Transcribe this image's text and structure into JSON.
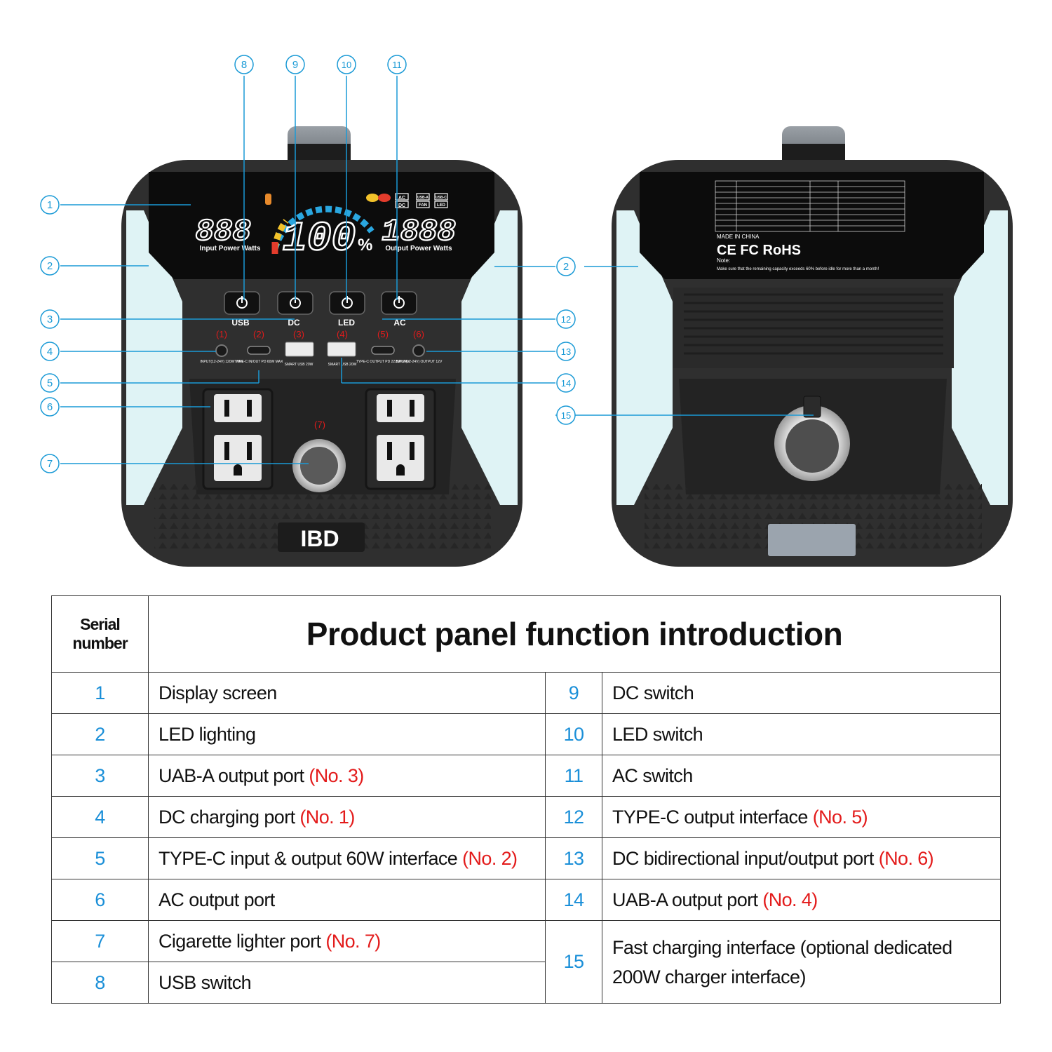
{
  "callouts": [
    "1",
    "2",
    "3",
    "4",
    "5",
    "6",
    "7",
    "8",
    "9",
    "10",
    "11",
    "2",
    "12",
    "13",
    "14",
    "15"
  ],
  "panel": {
    "input_digits": "888",
    "input_caption": "Input Power Watts",
    "battery_percent": "100",
    "percent_sign": "%",
    "output_digits": "1888",
    "output_caption": "Output Power Watts",
    "indicators": [
      "AC",
      "DC",
      "USB-A",
      "FAN",
      "USB-C",
      "LED"
    ],
    "button_labels": [
      "USB",
      "DC",
      "LED",
      "AC"
    ],
    "port_numbers": [
      "(1)",
      "(2)",
      "(3)",
      "(4)",
      "(5)",
      "(6)",
      "(7)"
    ],
    "port_captions": [
      "INPUT(12-24V) 120W MAX",
      "TYPE-C IN/OUT PD 60W MAX",
      "SMART USB 20W",
      "SMART USB 20W",
      "TYPE-C OUTPUT PD 22.5W MAX",
      "INPUT(12-24V) OUTPUT 12V"
    ],
    "logo": "IBD"
  },
  "back_label": {
    "made_in": "MADE IN CHINA",
    "certifications": "CE FC RoHS",
    "note_title": "Note:",
    "note_text": "Make sure that the remaining capacity exceeds 60% before idle for more than a month!"
  },
  "table": {
    "serial_header": "Serial number",
    "title": "Product panel function introduction",
    "left": [
      {
        "no": "1",
        "text": "Display screen",
        "ref": ""
      },
      {
        "no": "2",
        "text": "LED lighting",
        "ref": ""
      },
      {
        "no": "3",
        "text": "UAB-A output port",
        "ref": "(No. 3)"
      },
      {
        "no": "4",
        "text": "DC charging port",
        "ref": "(No. 1)"
      },
      {
        "no": "5",
        "text": "TYPE-C input & output 60W interface",
        "ref": "(No. 2)"
      },
      {
        "no": "6",
        "text": "AC output port",
        "ref": ""
      },
      {
        "no": "7",
        "text": "Cigarette lighter port",
        "ref": "(No. 7)"
      },
      {
        "no": "8",
        "text": "USB switch",
        "ref": ""
      }
    ],
    "right": [
      {
        "no": "9",
        "text": "DC switch",
        "ref": ""
      },
      {
        "no": "10",
        "text": "LED switch",
        "ref": ""
      },
      {
        "no": "11",
        "text": "AC switch",
        "ref": ""
      },
      {
        "no": "12",
        "text": "TYPE-C output interface",
        "ref": "(No. 5)"
      },
      {
        "no": "13",
        "text": "DC bidirectional input/output port",
        "ref": "(No. 6)"
      },
      {
        "no": "14",
        "text": "UAB-A output port",
        "ref": "(No. 4)"
      },
      {
        "no": "15",
        "text": "Fast charging interface (optional dedicated 200W charger interface)",
        "ref": ""
      }
    ]
  },
  "colors": {
    "callout": "#1a9ad6",
    "reference_red": "#e31b1b",
    "lcd_digits": "#ffffff",
    "body": "#2f2f2f",
    "led_panel": "#dff3f5"
  }
}
